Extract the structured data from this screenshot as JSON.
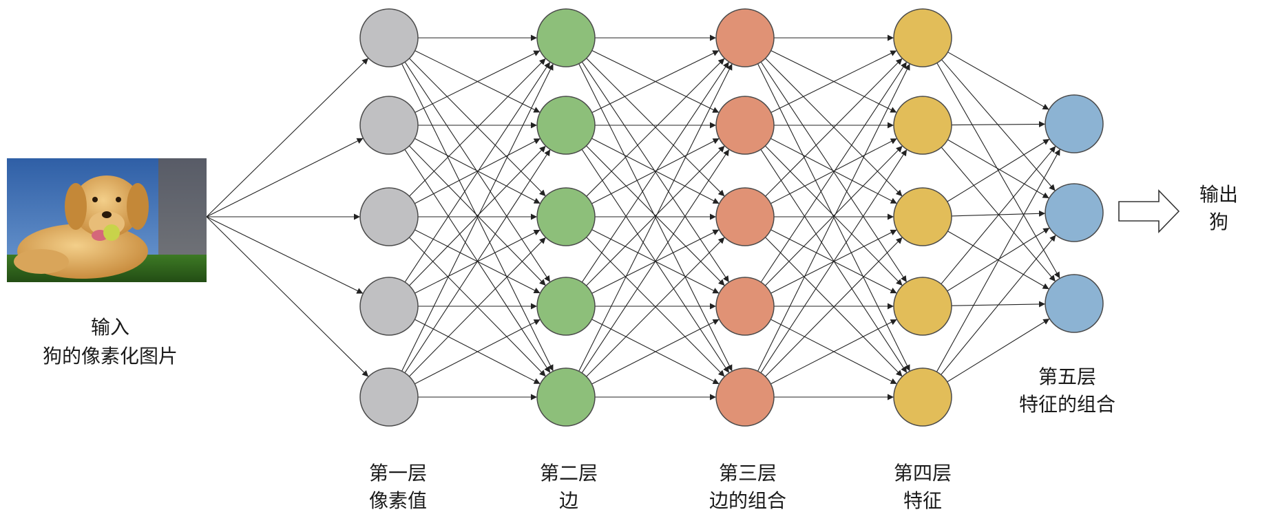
{
  "input": {
    "caption_line1": "输入",
    "caption_line2": "狗的像素化图片",
    "image_semantic": "dog-photo"
  },
  "layers": [
    {
      "id": "layer1",
      "title": "第一层",
      "subtitle": "像素值",
      "nodes": 5,
      "color": "#c0c0c2"
    },
    {
      "id": "layer2",
      "title": "第二层",
      "subtitle": "边",
      "nodes": 5,
      "color": "#8dbf7a"
    },
    {
      "id": "layer3",
      "title": "第三层",
      "subtitle": "边的组合",
      "nodes": 5,
      "color": "#e09275"
    },
    {
      "id": "layer4",
      "title": "第四层",
      "subtitle": "特征",
      "nodes": 5,
      "color": "#e2bd59"
    },
    {
      "id": "layer5",
      "title": "第五层",
      "subtitle": "特征的组合",
      "nodes": 3,
      "color": "#8cb3d3"
    }
  ],
  "output": {
    "caption_line1": "输出",
    "caption_line2": "狗",
    "arrow_icon": "hollow-right-arrow-icon"
  },
  "colors": {
    "edge": "#222222",
    "node_stroke": "#4a4a4a"
  }
}
